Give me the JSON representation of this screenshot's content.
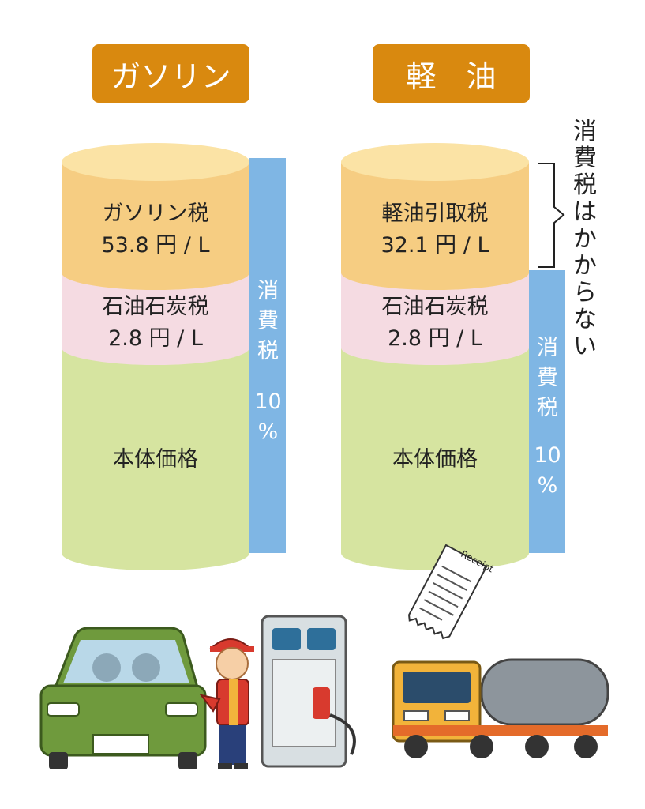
{
  "gasoline": {
    "title": "ガソリン",
    "tax_label": "ガソリン税",
    "tax_value": "53.8 円 / L",
    "petro_label": "石油石炭税",
    "petro_value": "2.8 円 / L",
    "base_label": "本体価格",
    "consumption_chars": [
      "消",
      "費",
      "税"
    ],
    "consumption_rate": [
      "10",
      "%"
    ]
  },
  "diesel": {
    "title": "軽　油",
    "tax_label": "軽油引取税",
    "tax_value": "32.1 円 / L",
    "petro_label": "石油石炭税",
    "petro_value": "2.8 円 / L",
    "base_label": "本体価格",
    "consumption_chars": [
      "消",
      "費",
      "税"
    ],
    "consumption_rate": [
      "10",
      "%"
    ]
  },
  "note_chars": [
    "消",
    "費",
    "税",
    "は",
    "か",
    "か",
    "ら",
    "な",
    "い"
  ],
  "receipt_label": "Receipt",
  "colors": {
    "title_bg": "#d9890f",
    "tax_layer": "#f6cd82",
    "tax_top": "#fbe3a5",
    "petro_layer": "#f5dbe2",
    "base_layer": "#d6e4a0",
    "consumption_bar": "#7fb6e4"
  }
}
